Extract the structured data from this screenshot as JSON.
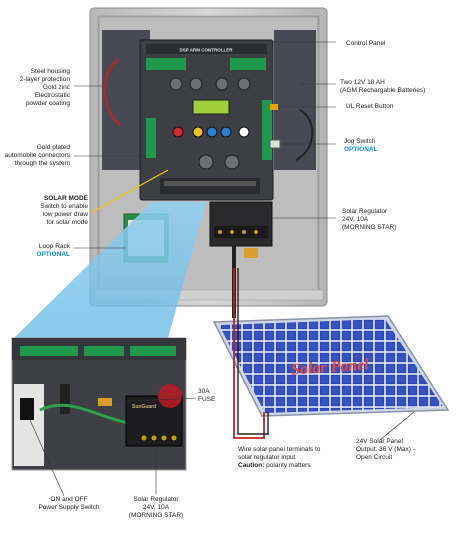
{
  "labels": {
    "control_panel": "Control Panel",
    "batteries_1": "Two 12V 18 AH",
    "batteries_2": "(AGM Rechargable Batteries)",
    "ul_reset": "UL Reset Button",
    "jog_switch": "Jog Switch",
    "jog_optional": "OPTIONAL",
    "housing_1": "Steel housing",
    "housing_2": "2-layer protection",
    "housing_3": "Gold zinc",
    "housing_4": "Electrostatic",
    "housing_5": "powder coating",
    "connectors_1": "Gold plated",
    "connectors_2": "automobile connectors",
    "connectors_3": "through the system",
    "solar_mode_title": "SOLAR MODE",
    "solar_mode_1": "Switch to enable",
    "solar_mode_2": "low power draw",
    "solar_mode_3": "for solar mode",
    "loop_rack": "Loop Rack",
    "loop_optional": "OPTIONAL",
    "regulator_top_1": "Solar Regulator",
    "regulator_top_2": "24V, 10A",
    "regulator_top_3": "(MORNING STAR)",
    "fuse_1": "30A",
    "fuse_2": "FUSE",
    "solar_panel_text": "Solar Panel",
    "panel_spec_1": "24V Solar Panel",
    "panel_spec_2": "Output: 36 V (Max) -",
    "panel_spec_3": "Open Circuit",
    "wire_1": "Wire solar panel terminals to",
    "wire_2": "solar regulator input",
    "wire_caution": "Caution:",
    "wire_caution_rest": " polarity matters",
    "onoff_1": "ON and OFF",
    "onoff_2": "Power Supply Switch",
    "regulator_bottom_1": "Solar Regulator",
    "regulator_bottom_2": "24V, 10A",
    "regulator_bottom_3": "(MORNING STAR)"
  },
  "device": {
    "controller_title": "DSP ARM CONTROLLER",
    "regulator_brand": "SunGuard"
  },
  "colors": {
    "housing": "#c9c9c9",
    "board": "#3d3f45",
    "accent_blue": "#1a8fd0",
    "solar_cell": "#2d46b8",
    "solar_text": "#e8493a",
    "zoom_beam": "#7fc6ec",
    "wire_red": "#c0202a"
  }
}
